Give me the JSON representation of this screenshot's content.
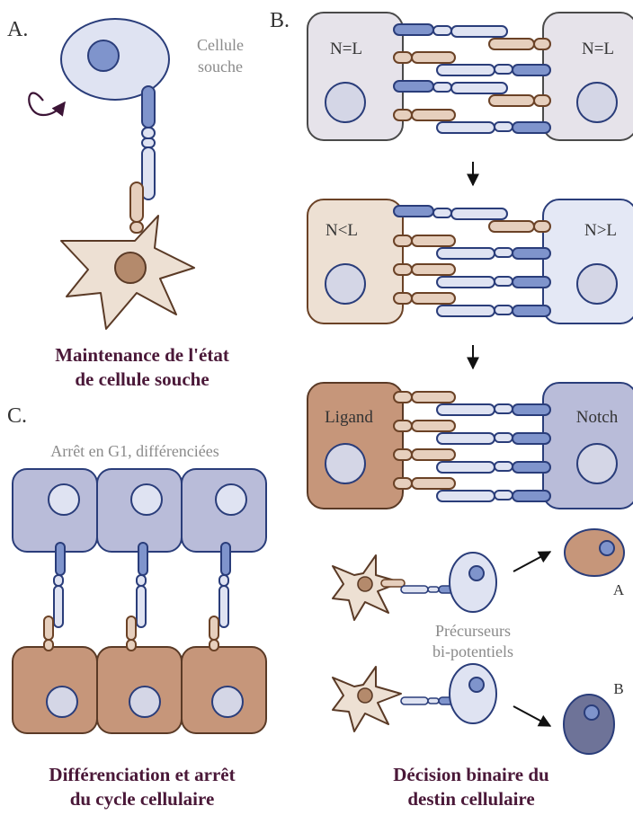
{
  "panels": {
    "a": {
      "letter": "A.",
      "cell_label_line1": "Cellule",
      "cell_label_line2": "souche",
      "caption_line1": "Maintenance de l'état",
      "caption_line2": "de cellule souche"
    },
    "b": {
      "letter": "B.",
      "row1_left": "N=L",
      "row1_right": "N=L",
      "row2_left": "N<L",
      "row2_right": "N>L",
      "row3_left": "Ligand",
      "row3_right": "Notch",
      "precursors_line1": "Précurseurs",
      "precursors_line2": "bi-potentiels",
      "outcome_a": "A",
      "outcome_b": "B",
      "caption_line1": "Décision binaire du",
      "caption_line2": "destin cellulaire"
    },
    "c": {
      "letter": "C.",
      "subtitle": "Arrêt en G1, différenciées",
      "caption_line1": "Différenciation et arrêt",
      "caption_line2": "du cycle cellulaire"
    }
  },
  "colors": {
    "title": "#4a1838",
    "notch_fill": "#b9bcd9",
    "ligand_fill": "#c6967a",
    "blue_stroke": "#2a3d7a"
  }
}
